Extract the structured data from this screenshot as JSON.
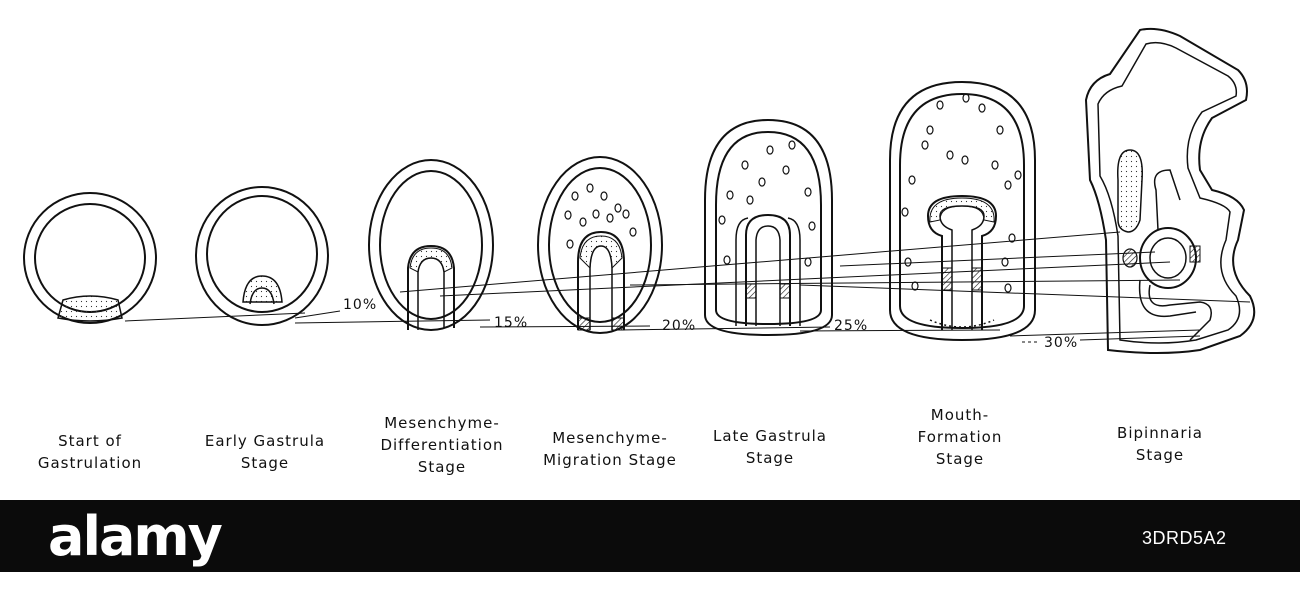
{
  "stages": [
    {
      "id": "start",
      "label": [
        "Start of",
        "Gastrulation"
      ]
    },
    {
      "id": "early",
      "label": [
        "Early  Gastrula",
        "Stage"
      ]
    },
    {
      "id": "mes-diff",
      "label": [
        "Mesenchyme-",
        "Differentiation",
        "Stage"
      ]
    },
    {
      "id": "mes-mig",
      "label": [
        "Mesenchyme-",
        "Migration  Stage"
      ]
    },
    {
      "id": "late",
      "label": [
        "Late  Gastrula",
        "Stage"
      ]
    },
    {
      "id": "mouth",
      "label": [
        "Mouth-",
        "Formation",
        "Stage"
      ]
    },
    {
      "id": "bipinnaria",
      "label": [
        "Bipinnaria",
        "Stage"
      ]
    }
  ],
  "percentages": [
    "10%",
    "15%",
    "20%",
    "25%",
    "30%"
  ],
  "footer": {
    "logo_text": "alamy",
    "image_id": "3DRD5A2"
  },
  "colors": {
    "ink": "#111111",
    "background": "#ffffff",
    "footer": "#0b0b0b"
  }
}
